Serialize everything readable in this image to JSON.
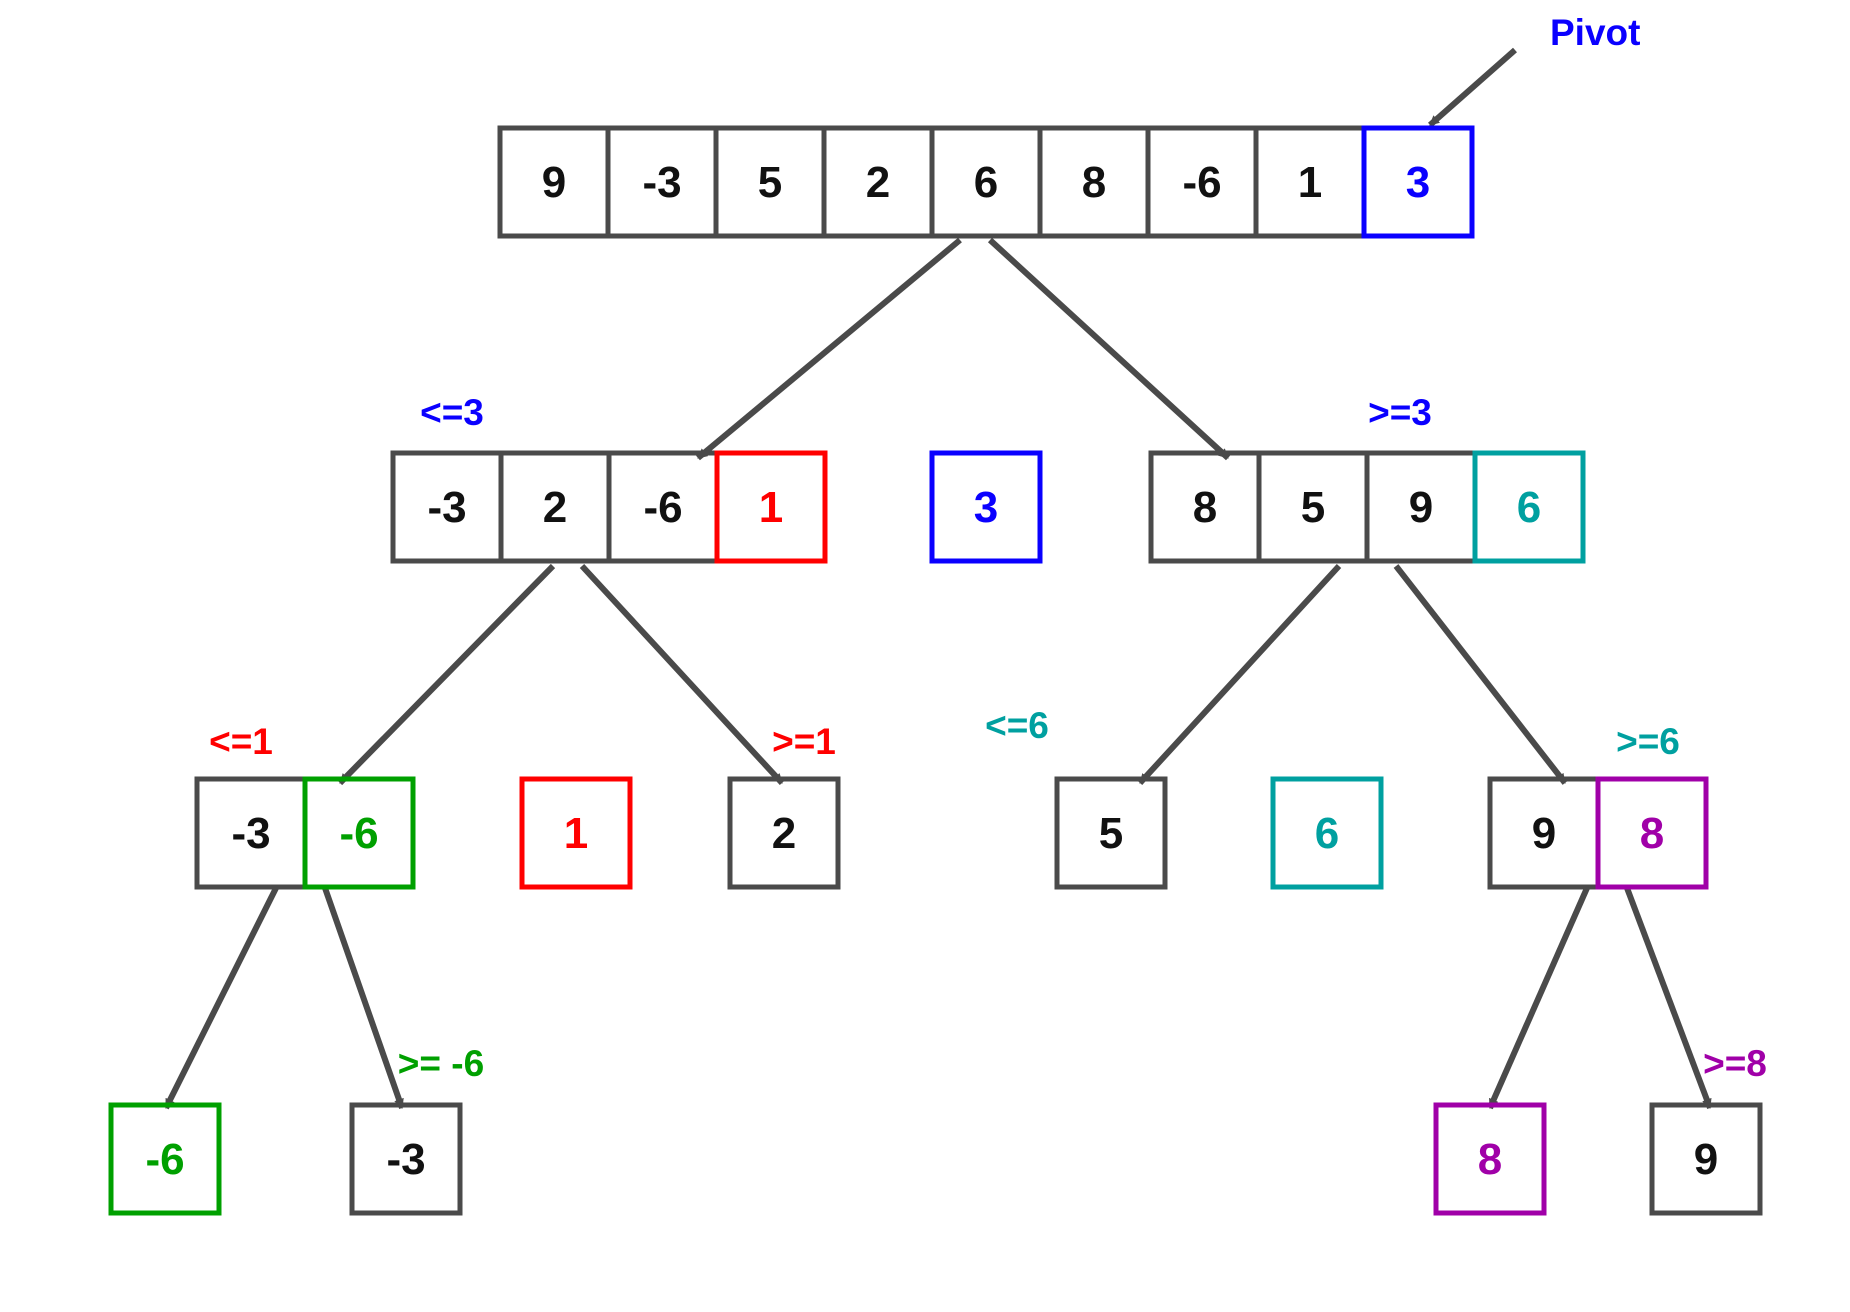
{
  "pivot_label": "Pivot",
  "colors": {
    "default": "#4a4a4a",
    "blue": "#0a00ff",
    "red": "#ff0000",
    "teal": "#00a0a0",
    "green": "#00a000",
    "purple": "#a000a8"
  },
  "arrays": [
    {
      "id": "root",
      "cells": [
        {
          "v": "9"
        },
        {
          "v": "-3"
        },
        {
          "v": "5"
        },
        {
          "v": "2"
        },
        {
          "v": "6"
        },
        {
          "v": "8"
        },
        {
          "v": "-6"
        },
        {
          "v": "1"
        },
        {
          "v": "3",
          "color": "blue"
        }
      ]
    },
    {
      "id": "left-1",
      "cells": [
        {
          "v": "-3"
        },
        {
          "v": "2"
        },
        {
          "v": "-6"
        },
        {
          "v": "1",
          "color": "red"
        }
      ]
    },
    {
      "id": "pivot-3",
      "cells": [
        {
          "v": "3",
          "color": "blue"
        }
      ]
    },
    {
      "id": "right-1",
      "cells": [
        {
          "v": "8"
        },
        {
          "v": "5"
        },
        {
          "v": "9"
        },
        {
          "v": "6",
          "color": "teal"
        }
      ]
    },
    {
      "id": "left-2a",
      "cells": [
        {
          "v": "-3"
        },
        {
          "v": "-6",
          "color": "green"
        }
      ]
    },
    {
      "id": "pivot-1",
      "cells": [
        {
          "v": "1",
          "color": "red"
        }
      ]
    },
    {
      "id": "left-2b",
      "cells": [
        {
          "v": "2"
        }
      ]
    },
    {
      "id": "right-2a",
      "cells": [
        {
          "v": "5"
        }
      ]
    },
    {
      "id": "pivot-6",
      "cells": [
        {
          "v": "6",
          "color": "teal"
        }
      ]
    },
    {
      "id": "right-2b",
      "cells": [
        {
          "v": "9"
        },
        {
          "v": "8",
          "color": "purple"
        }
      ]
    },
    {
      "id": "left-3a",
      "cells": [
        {
          "v": "-6",
          "color": "green"
        }
      ]
    },
    {
      "id": "left-3b",
      "cells": [
        {
          "v": "-3"
        }
      ]
    },
    {
      "id": "right-3a",
      "cells": [
        {
          "v": "8",
          "color": "purple"
        }
      ]
    },
    {
      "id": "right-3b",
      "cells": [
        {
          "v": "9"
        }
      ]
    }
  ],
  "labels": [
    {
      "id": "le3",
      "text": "<=3",
      "color": "blue"
    },
    {
      "id": "ge3",
      "text": ">=3",
      "color": "blue"
    },
    {
      "id": "le1",
      "text": "<=1",
      "color": "red"
    },
    {
      "id": "ge1",
      "text": ">=1",
      "color": "red"
    },
    {
      "id": "le6",
      "text": "<=6",
      "color": "teal"
    },
    {
      "id": "ge6",
      "text": ">=6",
      "color": "teal"
    },
    {
      "id": "ge-6",
      "text": ">= -6",
      "color": "green"
    },
    {
      "id": "ge8",
      "text": ">=8",
      "color": "purple"
    }
  ]
}
